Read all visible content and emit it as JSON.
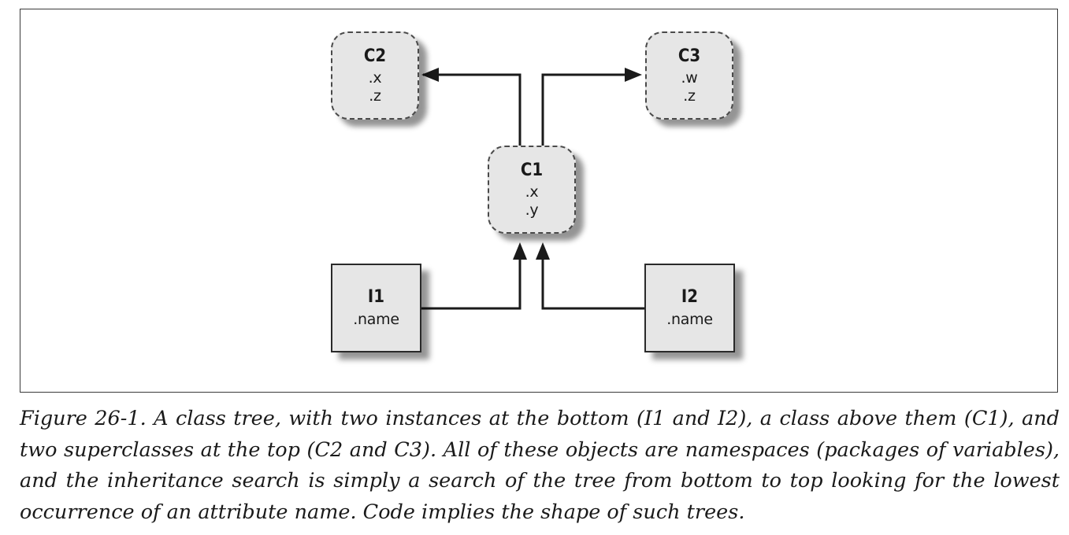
{
  "diagram": {
    "nodes": {
      "c2": {
        "title": "C2",
        "attrs": [
          ".x",
          ".z"
        ]
      },
      "c3": {
        "title": "C3",
        "attrs": [
          ".w",
          ".z"
        ]
      },
      "c1": {
        "title": "C1",
        "attrs": [
          ".x",
          ".y"
        ]
      },
      "i1": {
        "title": "I1",
        "attrs": [
          ".name"
        ]
      },
      "i2": {
        "title": "I2",
        "attrs": [
          ".name"
        ]
      }
    }
  },
  "caption": {
    "text": "Figure 26-1. A class tree, with two instances at the bottom (I1 and I2), a class above them (C1), and two superclasses at the top (C2 and C3). All of these objects are namespaces (packages of variables), and the inheritance search is simply a search of the tree from bottom to top looking for the lowest occurrence of an attribute name. Code implies the shape of such trees."
  }
}
